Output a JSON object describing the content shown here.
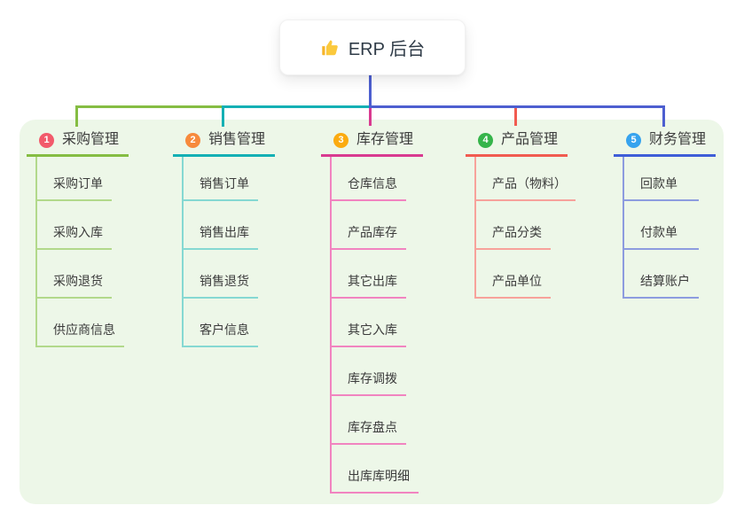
{
  "root": {
    "label": "ERP 后台",
    "icon": "thumbs-up-icon"
  },
  "branches": [
    {
      "badge": "1",
      "title": "采购管理",
      "items": [
        "采购订单",
        "采购入库",
        "采购退货",
        "供应商信息"
      ],
      "color_strong": "#85bd43",
      "color_light": "#b2d98b",
      "badge_color": "#f25a6b"
    },
    {
      "badge": "2",
      "title": "销售管理",
      "items": [
        "销售订单",
        "销售出库",
        "销售退货",
        "客户信息"
      ],
      "color_strong": "#14b0b4",
      "color_light": "#85d8d2",
      "badge_color": "#f78a3c"
    },
    {
      "badge": "3",
      "title": "库存管理",
      "items": [
        "仓库信息",
        "产品库存",
        "其它出库",
        "其它入库",
        "库存调拨",
        "库存盘点",
        "出库库明细"
      ],
      "color_strong": "#d93a90",
      "color_light": "#f184c0",
      "badge_color": "#fbab10"
    },
    {
      "badge": "4",
      "title": "产品管理",
      "items": [
        "产品（物料）",
        "产品分类",
        "产品单位"
      ],
      "color_strong": "#f15b50",
      "color_light": "#f7a29b",
      "badge_color": "#35b44a"
    },
    {
      "badge": "5",
      "title": "财务管理",
      "items": [
        "回款单",
        "付款单",
        "结算账户"
      ],
      "color_strong": "#3f5ed7",
      "color_light": "#8d9cdf",
      "badge_color": "#36a3ee"
    }
  ],
  "colors": {
    "root_connector": "#4d5fd0",
    "panel_background": "#edf7e8",
    "root_text": "#2f3b47",
    "node_text": "#3b3b3b",
    "thumb_icon_yellow": "#fbc02d"
  }
}
